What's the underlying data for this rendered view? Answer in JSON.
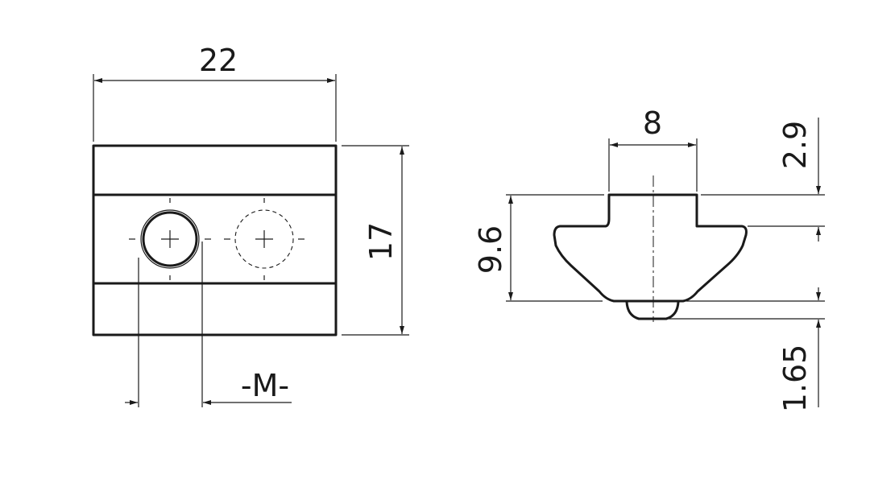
{
  "drawing": {
    "front_view": {
      "width_label": "22",
      "height_label": "17",
      "thread_label": "-M-"
    },
    "side_view": {
      "top_width_label": "8",
      "total_height_label": "9.6",
      "top_step_label": "2.9",
      "ball_height_label": "1.65"
    }
  }
}
